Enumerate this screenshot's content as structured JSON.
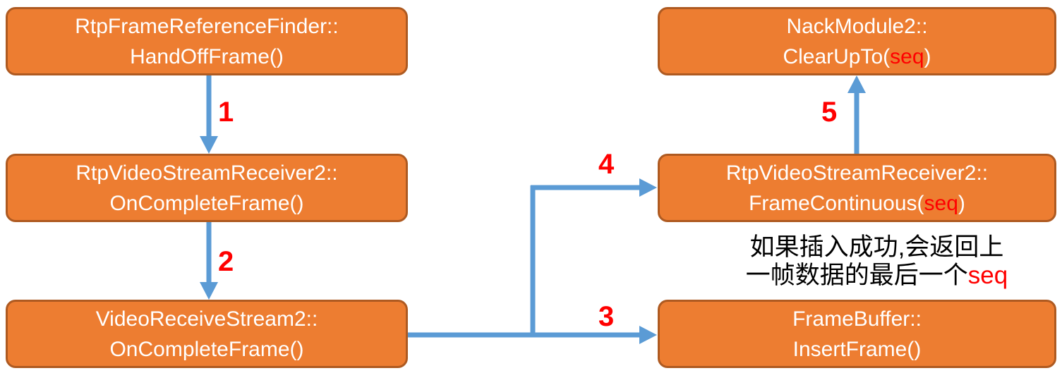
{
  "diagram": {
    "boxes": [
      {
        "id": "rtp-frame-reference-finder-handoffframe",
        "line1": "RtpFrameReferenceFinder::",
        "line2_prefix": "HandOffFrame()",
        "line2_param": "",
        "line2_suffix": ""
      },
      {
        "id": "rtp-video-stream-receiver2-oncompleteframe",
        "line1": "RtpVideoStreamReceiver2::",
        "line2_prefix": "OnCompleteFrame()",
        "line2_param": "",
        "line2_suffix": ""
      },
      {
        "id": "video-receive-stream2-oncompleteframe",
        "line1": "VideoReceiveStream2::",
        "line2_prefix": "OnCompleteFrame()",
        "line2_param": "",
        "line2_suffix": ""
      },
      {
        "id": "nack-module2-clearupto",
        "line1": "NackModule2::",
        "line2_prefix": "ClearUpTo(",
        "line2_param": "seq",
        "line2_suffix": ")"
      },
      {
        "id": "rtp-video-stream-receiver2-framecontinuous",
        "line1": "RtpVideoStreamReceiver2::",
        "line2_prefix": "FrameContinuous(",
        "line2_param": "seq",
        "line2_suffix": ")"
      },
      {
        "id": "frame-buffer-insertframe",
        "line1": "FrameBuffer::",
        "line2_prefix": "InsertFrame()",
        "line2_param": "",
        "line2_suffix": ""
      }
    ],
    "arrow_labels": [
      "1",
      "2",
      "3",
      "4",
      "5"
    ],
    "note": {
      "line1": "如果插入成功,会返回上",
      "line2_text": "一帧数据的最后一个",
      "line2_highlight": "seq"
    },
    "colors": {
      "box_fill": "#ED7D31",
      "box_border": "#AE5A21",
      "box_text": "#FFFFFF",
      "arrow_blue": "#5B9BD5",
      "highlight_red": "#FF0000",
      "note_text": "#000000",
      "background": "#FFFFFF"
    }
  }
}
